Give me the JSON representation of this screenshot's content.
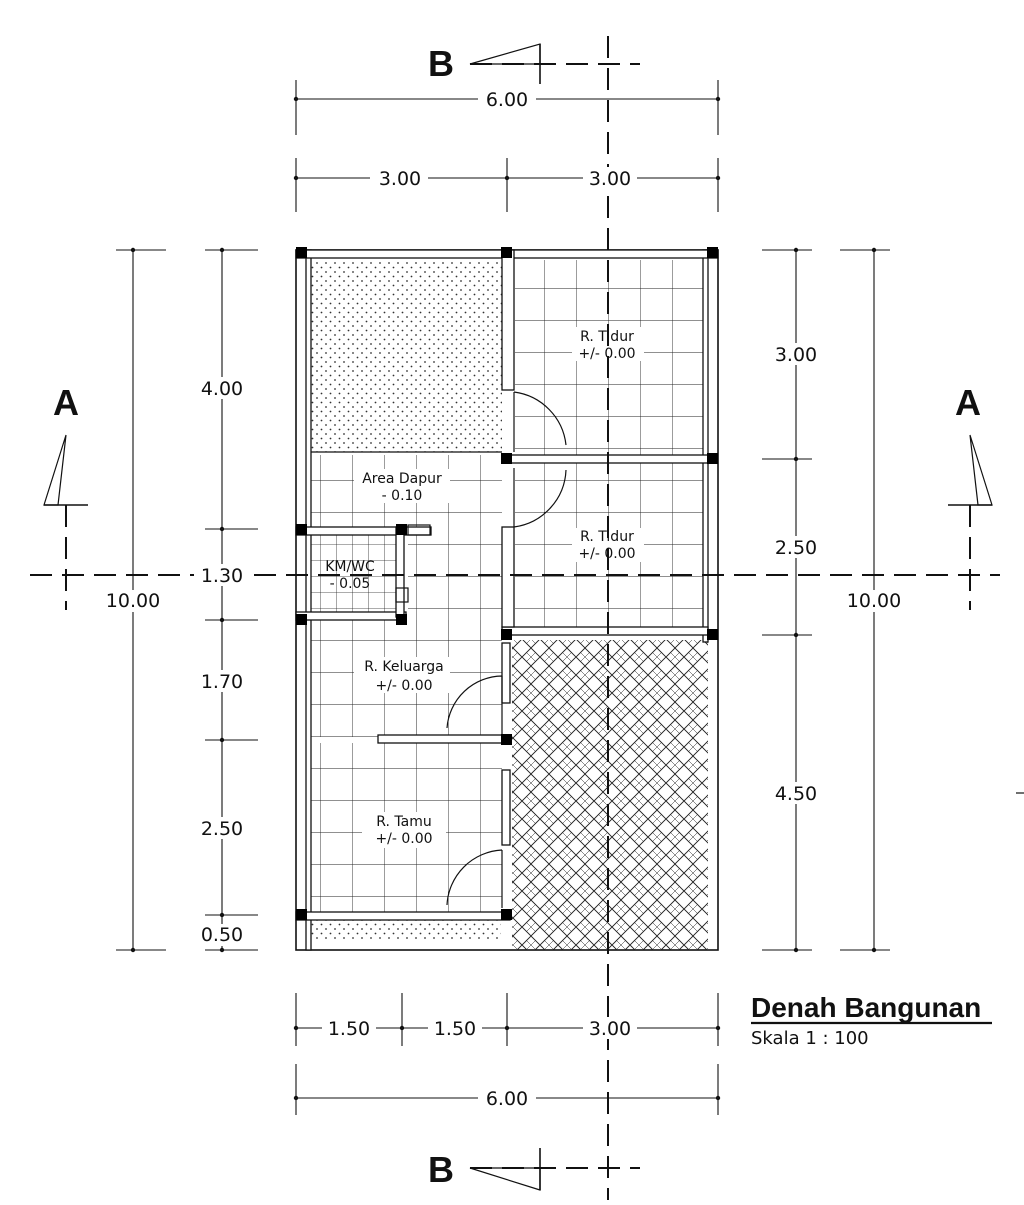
{
  "title": "Denah Bangunan",
  "scale": "Skala 1 : 100",
  "section_marks": {
    "a_left": "A",
    "a_right": "A",
    "b_top": "B",
    "b_bottom": "B"
  },
  "dimensions": {
    "top_total": "6.00",
    "top_left": "3.00",
    "top_right": "3.00",
    "bottom_1": "1.50",
    "bottom_2": "1.50",
    "bottom_3": "3.00",
    "bottom_total": "6.00",
    "left_1": "4.00",
    "left_2": "1.30",
    "left_3": "1.70",
    "left_4": "2.50",
    "left_5": "0.50",
    "left_total": "10.00",
    "right_1": "3.00",
    "right_2": "2.50",
    "right_3": "4.50",
    "right_total": "10.00"
  },
  "rooms": {
    "tidur1": {
      "name": "R. Tidur",
      "level": "+/- 0.00"
    },
    "tidur2": {
      "name": "R. Tidur",
      "level": "+/- 0.00"
    },
    "dapur": {
      "name": "Area Dapur",
      "level": "- 0.10"
    },
    "kmwc": {
      "name": "KM/WC",
      "level": "- 0.05"
    },
    "keluarga": {
      "name": "R. Keluarga",
      "level": "+/- 0.00"
    },
    "tamu": {
      "name": "R. Tamu",
      "level": "+/- 0.00"
    }
  }
}
